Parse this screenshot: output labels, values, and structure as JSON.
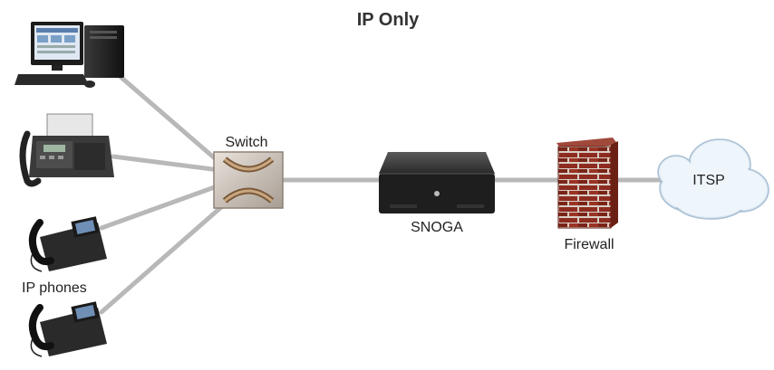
{
  "title": "IP Only",
  "nodes": {
    "switch": "Switch",
    "snoga": "SNOGA",
    "firewall": "Firewall",
    "itsp": "ITSP",
    "ip_phones": "IP phones"
  },
  "colors": {
    "link": "#b8b8b8",
    "brick": "#8b2a1e",
    "mortar": "#d9cfc8",
    "device_dark": "#1e1e1e",
    "cloud": "#e6f0f8"
  }
}
